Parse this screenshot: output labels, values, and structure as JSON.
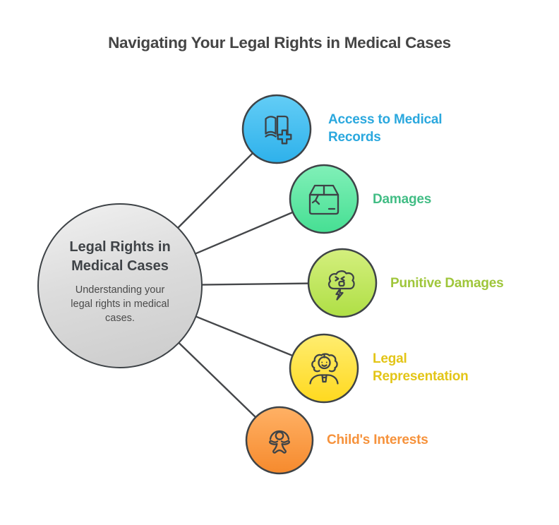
{
  "title": "Navigating Your Legal Rights in Medical Cases",
  "center_node": {
    "heading": "Legal Rights in\nMedical Cases",
    "description": "Understanding your\nlegal rights in medical\ncases."
  },
  "nodes": [
    {
      "label": "Access to Medical\nRecords",
      "icon": "open-book-medical-plus-icon",
      "label_color": "#2BA8DE",
      "fill_top": "#63CDF6",
      "fill_bottom": "#2EB1EB"
    },
    {
      "label": "Damages",
      "icon": "damaged-box-icon",
      "label_color": "#42BD85",
      "fill_top": "#81F0B8",
      "fill_bottom": "#46DF93"
    },
    {
      "label": "Punitive Damages",
      "icon": "storm-cloud-lightning-icon",
      "label_color": "#9FC63B",
      "fill_top": "#D4EF7E",
      "fill_bottom": "#AFDF45"
    },
    {
      "label": "Legal\nRepresentation",
      "icon": "lawyer-icon",
      "label_color": "#E3C517",
      "fill_top": "#FFED70",
      "fill_bottom": "#FFD91F"
    },
    {
      "label": "Child's Interests",
      "icon": "child-icon",
      "label_color": "#F6923B",
      "fill_top": "#FFB165",
      "fill_bottom": "#F68A2D"
    }
  ],
  "colors": {
    "title_text": "#454545",
    "connector_line": "#45474A",
    "circle_border": "#3E4347",
    "center_fill_top": "#F1F1F1",
    "center_fill_bottom": "#CBCBCB"
  }
}
